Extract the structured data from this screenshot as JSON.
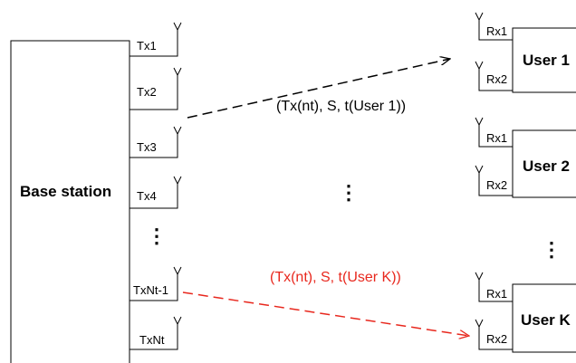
{
  "base_station": {
    "label": "Base station",
    "ports": [
      "Tx1",
      "Tx2",
      "Tx3",
      "Tx4",
      "TxNt-1",
      "TxNt"
    ]
  },
  "users": [
    {
      "label": "User 1",
      "ports": [
        "Rx1",
        "Rx2"
      ]
    },
    {
      "label": "User 2",
      "ports": [
        "Rx1",
        "Rx2"
      ]
    },
    {
      "label": "User K",
      "ports": [
        "Rx1",
        "Rx2"
      ]
    }
  ],
  "links": [
    {
      "label": "(Tx(nt), S, t(User 1))",
      "color": "#000000"
    },
    {
      "label": "(Tx(nt), S, t(User K))",
      "color": "#e8281e"
    }
  ],
  "ellipsis": "⋮",
  "colors": {
    "line": "#000000",
    "highlight": "#e8281e"
  }
}
